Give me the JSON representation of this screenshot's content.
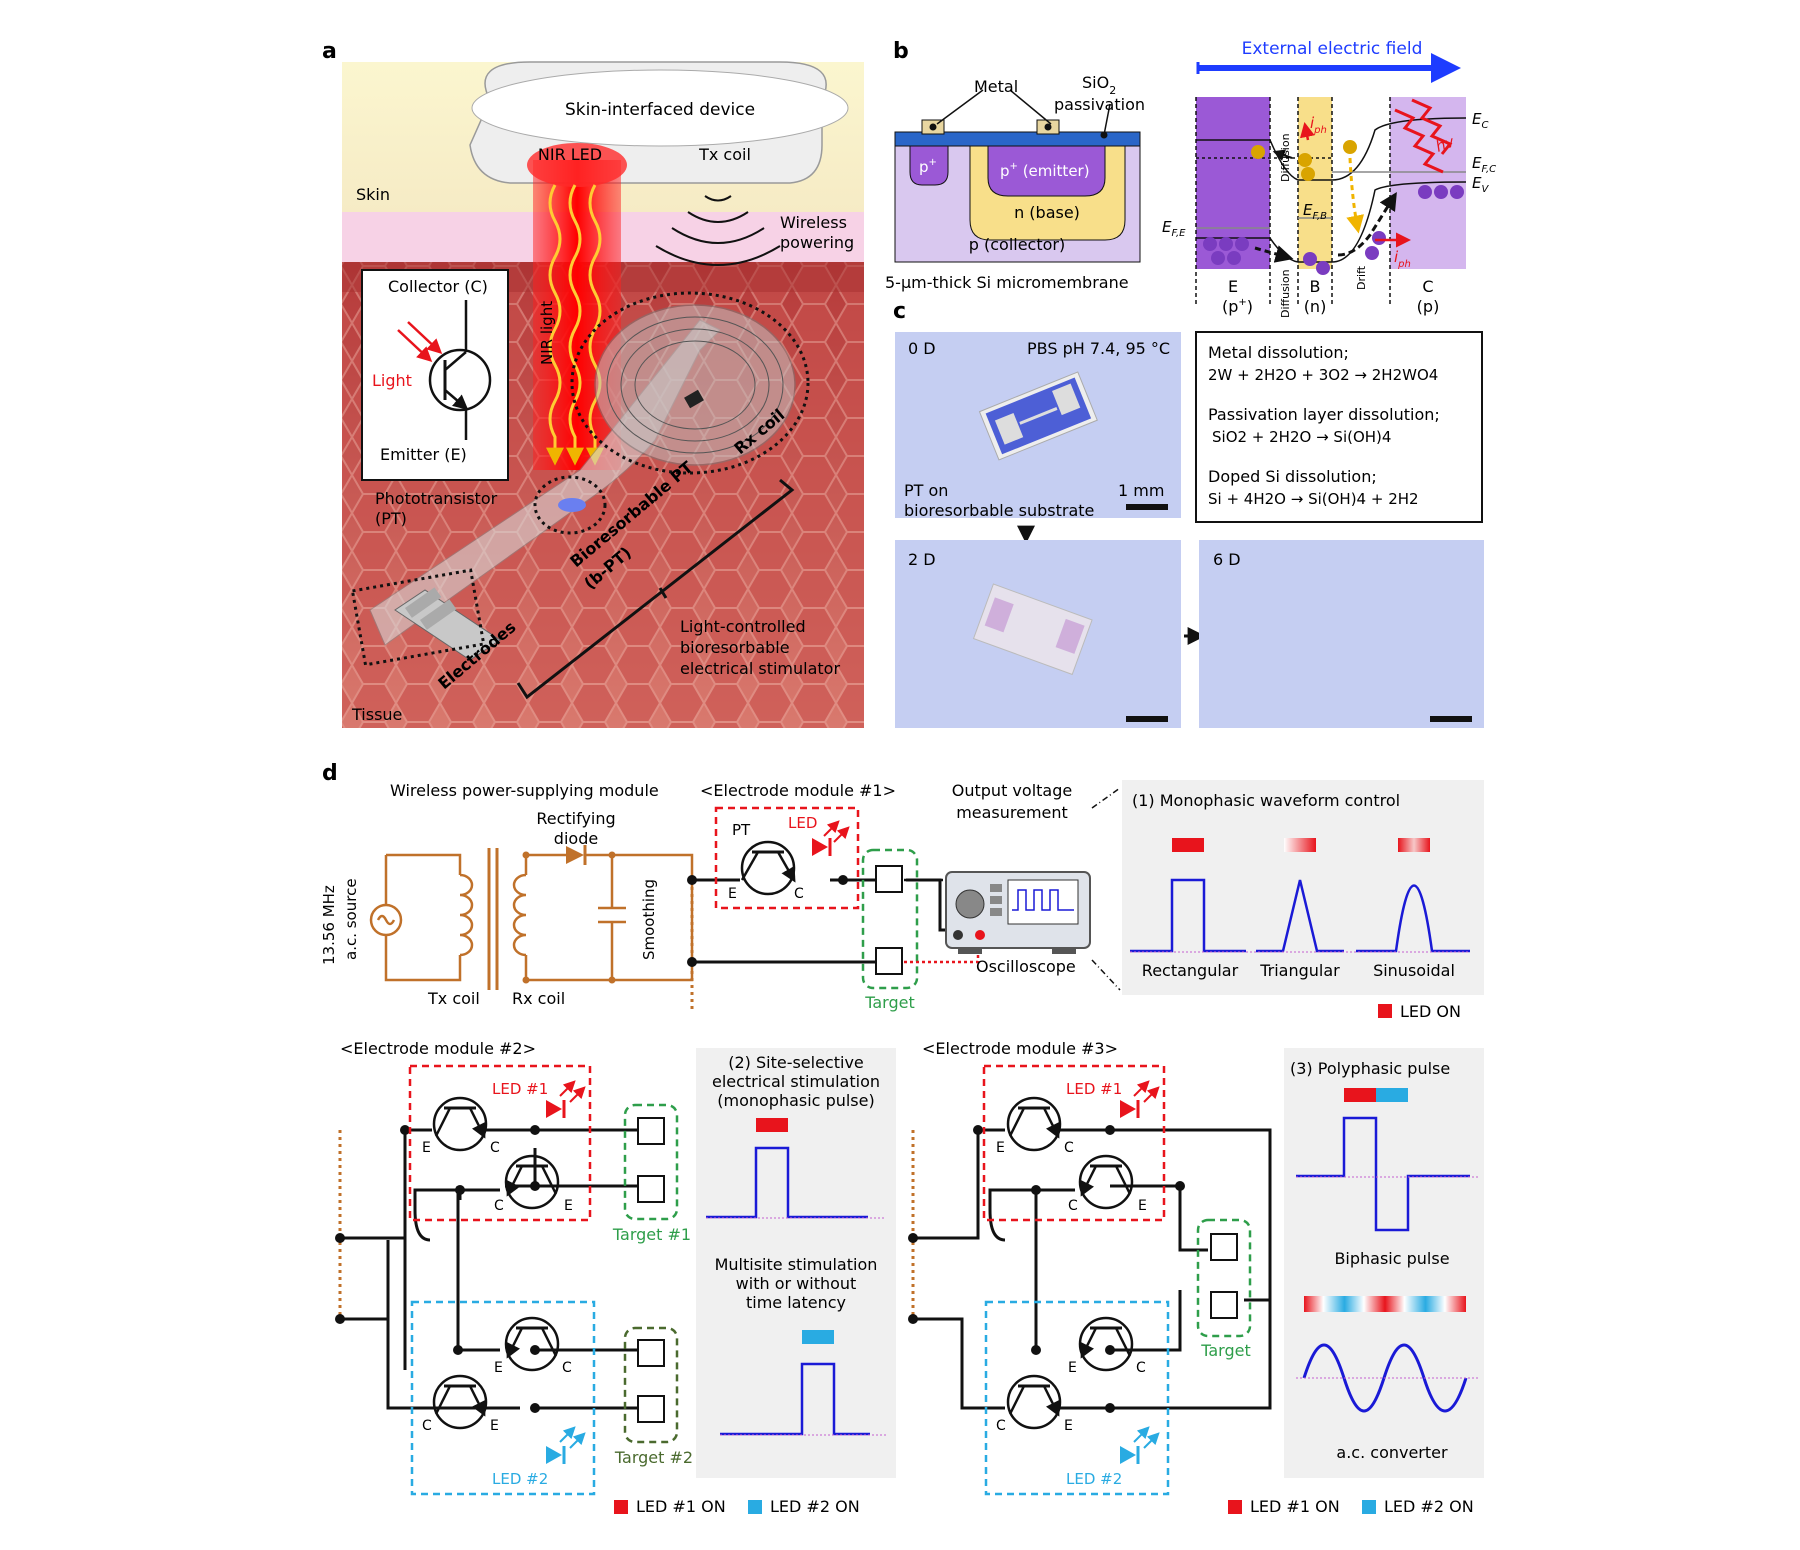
{
  "panel_letters": {
    "a": "a",
    "b": "b",
    "c": "c",
    "d": "d"
  },
  "panel_a": {
    "device": "Skin-interfaced device",
    "nir_led": "NIR LED",
    "tx_coil": "Tx coil",
    "skin": "Skin",
    "wireless_1": "Wireless",
    "wireless_2": "powering",
    "nir_light": "NIR light",
    "collector": "Collector (C)",
    "light": "Light",
    "emitter": "Emitter (E)",
    "pt_1": "Phototransistor",
    "pt_2": "(PT)",
    "rx_coil": "Rx coil",
    "bpt_1": "Bioresorbable PT",
    "bpt_2": "(b-PT)",
    "electrodes": "Electrodes",
    "stim_1": "Light-controlled",
    "stim_2": "bioresorbable",
    "stim_3": "electrical stimulator",
    "tissue": "Tissue"
  },
  "panel_b": {
    "metal": "Metal",
    "sio2": "SiO",
    "sio2_sub": "2",
    "passivation": "passivation",
    "p_plus": "p",
    "emitter": "p",
    "emitter_rest": " (emitter)",
    "n_base": "n (base)",
    "p_collector": "p (collector)",
    "membrane": "5-µm-thick Si micromembrane",
    "field": "External electric field",
    "diffusion": "Diffusion",
    "drift": "Drift",
    "iph": "i",
    "iph_sub": "ph",
    "hv": "hv",
    "ec": "E",
    "ec_sub": "C",
    "efc": "E",
    "efc_sub": "F,C",
    "ev": "E",
    "ev_sub": "V",
    "efe": "E",
    "efe_sub": "F,E",
    "efb": "E",
    "efb_sub": "F,B",
    "e_label": "E",
    "e_type": "(p",
    "b_label": "B",
    "b_type": "(n)",
    "c_label": "C",
    "c_type": "(p)"
  },
  "panel_c": {
    "day0": "0 D",
    "condition": "PBS pH 7.4, 95 °C",
    "scale": "1 mm",
    "pt_on_1": "PT on",
    "pt_on_2": "bioresorbable substrate",
    "day2": "2 D",
    "day6": "6 D",
    "metal_title": "Metal dissolution;",
    "metal_eq": "2W + 2H2O + 3O2 → 2H2WO4",
    "pass_title": "Passivation layer dissolution;",
    "pass_eq": "SiO2 + 2H2O → Si(OH)4",
    "si_title": "Doped Si dissolution;",
    "si_eq": "Si + 4H2O → Si(OH)4 + 2H2"
  },
  "panel_d": {
    "wireless_module": "Wireless power-supplying module",
    "rectifying_1": "Rectifying",
    "rectifying_2": "diode",
    "source_1": "13.56 MHz",
    "source_2": "a.c. source",
    "smoothing": "Smoothing",
    "tx_coil": "Tx coil",
    "rx_coil": "Rx coil",
    "em1": "<Electrode module #1>",
    "pt": "PT",
    "led": "LED",
    "e": "E",
    "c": "C",
    "target": "Target",
    "output_1": "Output voltage",
    "output_2": "measurement",
    "oscilloscope": "Oscilloscope",
    "mono_title": "(1) Monophasic waveform control",
    "rect": "Rectangular",
    "tri": "Triangular",
    "sine": "Sinusoidal",
    "led_on": "LED ON",
    "em2": "<Electrode module #2>",
    "led1": "LED #1",
    "led2": "LED #2",
    "target1": "Target #1",
    "target2": "Target #2",
    "site_1": "(2) Site-selective",
    "site_2": "electrical stimulation",
    "site_3": "(monophasic pulse)",
    "multi_1": "Multisite stimulation",
    "multi_2": "with or without",
    "multi_3": "time latency",
    "em3": "<Electrode module #3>",
    "poly_title": "(3) Polyphasic pulse",
    "biphasic": "Biphasic pulse",
    "ac_conv": "a.c. converter",
    "led1_on": "LED #1 ON",
    "led2_on": "LED #2 ON"
  },
  "colors": {
    "led_red": "#e8141c",
    "led_blue": "#29abe2",
    "target_green": "#2e9e4a",
    "coil_orange": "#c0712a",
    "pulse_blue": "#1a1ad6"
  }
}
